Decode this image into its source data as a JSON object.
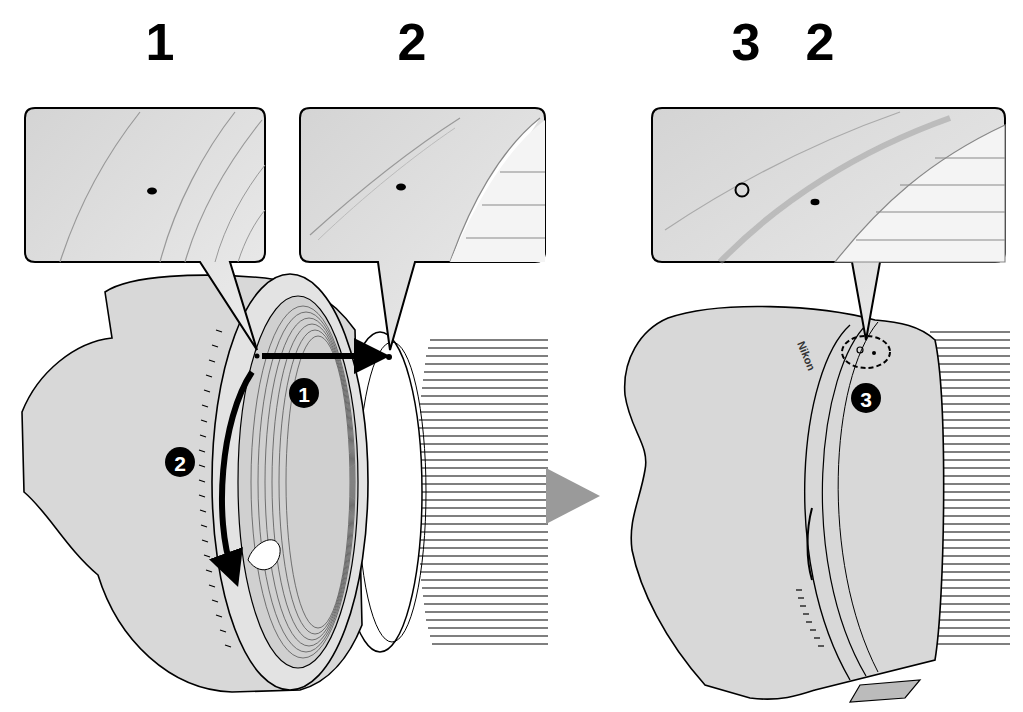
{
  "diagram": {
    "labels": [
      "1",
      "2",
      "3",
      "2",
      "1",
      "2",
      "3",
      "Nikon"
    ]
  }
}
